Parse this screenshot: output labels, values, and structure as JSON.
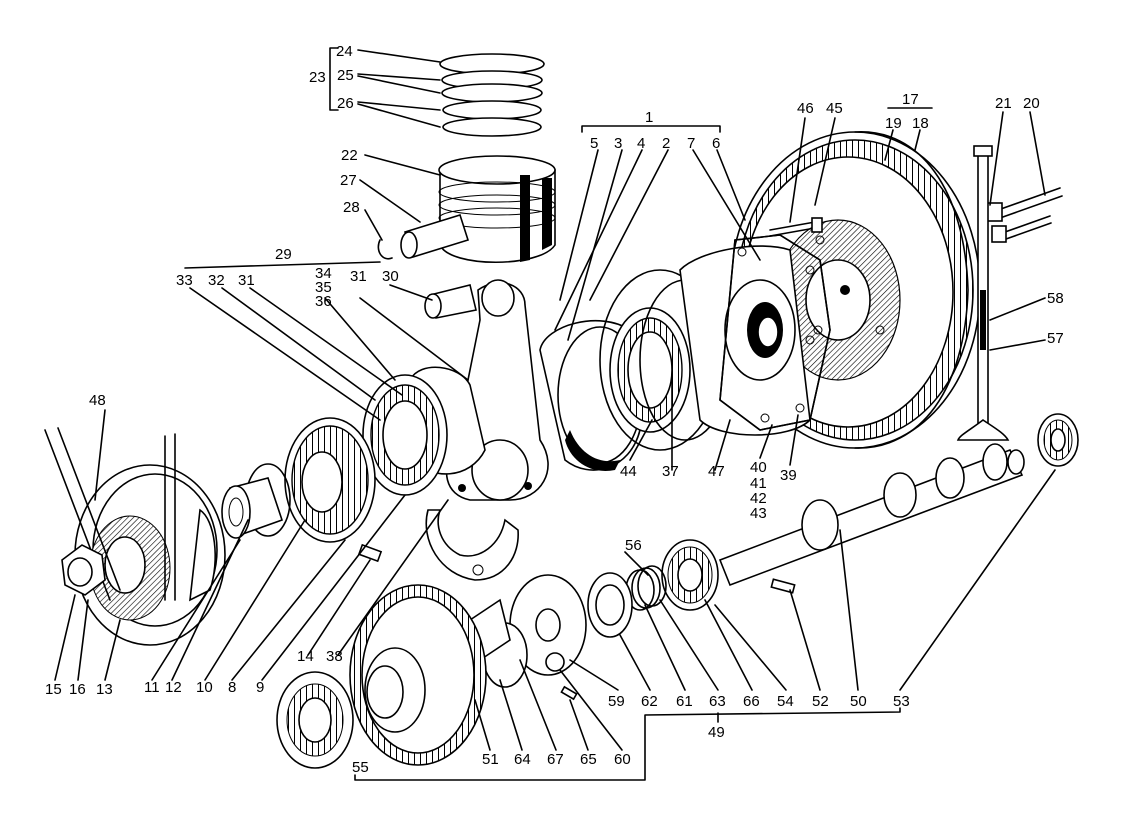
{
  "labels": {
    "p1": "1",
    "p2": "2",
    "p3": "3",
    "p4": "4",
    "p5": "5",
    "p6": "6",
    "p7": "7",
    "p8": "8",
    "p9": "9",
    "p10": "10",
    "p11": "11",
    "p12": "12",
    "p13": "13",
    "p14": "14",
    "p15": "15",
    "p16": "16",
    "p17": "17",
    "p18": "18",
    "p19": "19",
    "p20": "20",
    "p21": "21",
    "p22": "22",
    "p23": "23",
    "p24": "24",
    "p25": "25",
    "p26": "26",
    "p27": "27",
    "p28": "28",
    "p29": "29",
    "p30": "30",
    "p31a": "31",
    "p31b": "31",
    "p32": "32",
    "p33": "33",
    "p34": "34",
    "p35": "35",
    "p36": "36",
    "p37": "37",
    "p38": "38",
    "p39": "39",
    "p40": "40",
    "p41": "41",
    "p42": "42",
    "p43": "43",
    "p44": "44",
    "p45": "45",
    "p46": "46",
    "p47": "47",
    "p48": "48",
    "p49": "49",
    "p50": "50",
    "p51": "51",
    "p52": "52",
    "p53": "53",
    "p54": "54",
    "p55": "55",
    "p56": "56",
    "p57": "57",
    "p58": "58",
    "p59": "59",
    "p60": "60",
    "p61": "61",
    "p62": "62",
    "p63": "63",
    "p64": "64",
    "p65": "65",
    "p66": "66",
    "p67": "67"
  }
}
